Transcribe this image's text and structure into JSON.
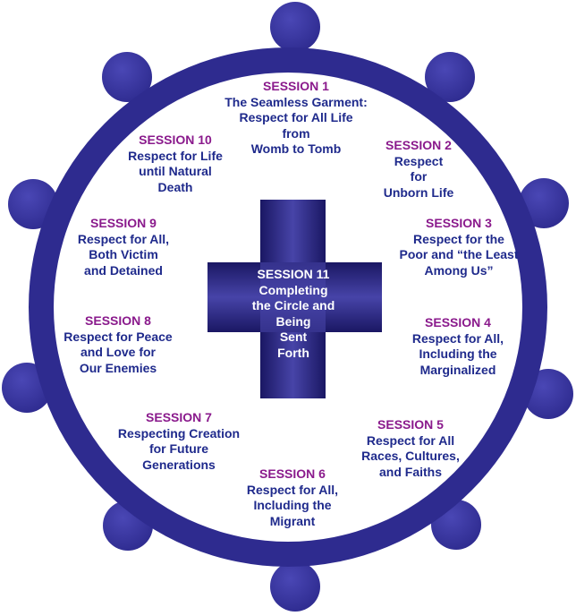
{
  "colors": {
    "ring": "#2e2b8f",
    "ring_highlight": "#4a47b5",
    "title": "#8a1a8c",
    "body_text": "#1f2a8c",
    "cross_dark": "#1a1763",
    "cross_mid": "#4744a8",
    "center_text": "#ffffff"
  },
  "sessions": [
    {
      "title": "SESSION 1",
      "desc": "The Seamless Garment:\nRespect for All Life\nfrom\nWomb to Tomb"
    },
    {
      "title": "SESSION 2",
      "desc": "Respect\nfor\nUnborn Life"
    },
    {
      "title": "SESSION 3",
      "desc": "Respect for the\nPoor and “the Least\nAmong Us”"
    },
    {
      "title": "SESSION 4",
      "desc": "Respect for All,\nIncluding the\nMarginalized"
    },
    {
      "title": "SESSION 5",
      "desc": "Respect for All\nRaces, Cultures,\nand Faiths"
    },
    {
      "title": "SESSION 6",
      "desc": "Respect for All,\nIncluding the\nMigrant"
    },
    {
      "title": "SESSION 7",
      "desc": "Respecting Creation\nfor Future\nGenerations"
    },
    {
      "title": "SESSION 8",
      "desc": "Respect for Peace\nand Love for\nOur Enemies"
    },
    {
      "title": "SESSION 9",
      "desc": "Respect for All,\nBoth Victim\nand Detained"
    },
    {
      "title": "SESSION 10",
      "desc": "Respect for Life\nuntil Natural\nDeath"
    }
  ],
  "center": {
    "desc": "SESSION 11\nCompleting\nthe Circle and\nBeing\nSent\nForth"
  }
}
